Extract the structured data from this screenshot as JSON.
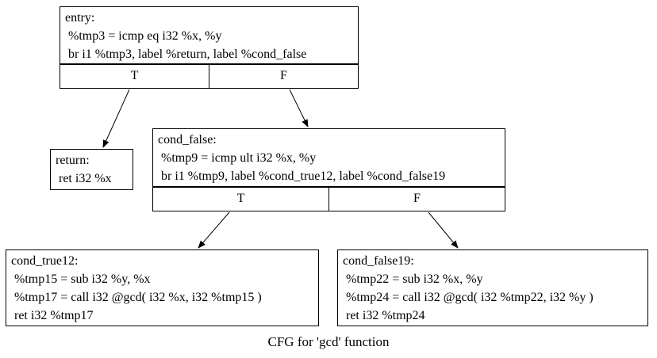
{
  "graph": {
    "caption": "CFG for 'gcd' function"
  },
  "nodes": {
    "entry": {
      "label": "entry:",
      "instructions": [
        " %tmp3 = icmp eq i32 %x, %y",
        " br i1 %tmp3, label %return, label %cond_false"
      ],
      "ports": {
        "true": "T",
        "false": "F"
      }
    },
    "return": {
      "label": "return:",
      "instructions": [
        " ret i32 %x"
      ]
    },
    "cond_false": {
      "label": "cond_false:",
      "instructions": [
        " %tmp9 = icmp ult i32 %x, %y",
        " br i1 %tmp9, label %cond_true12, label %cond_false19"
      ],
      "ports": {
        "true": "T",
        "false": "F"
      }
    },
    "cond_true12": {
      "label": "cond_true12:",
      "instructions": [
        " %tmp15 = sub i32 %y, %x",
        " %tmp17 = call i32 @gcd( i32 %x, i32 %tmp15 )",
        " ret i32 %tmp17"
      ]
    },
    "cond_false19": {
      "label": "cond_false19:",
      "instructions": [
        " %tmp22 = sub i32 %x, %y",
        " %tmp24 = call i32 @gcd( i32 %tmp22, i32 %y )",
        " ret i32 %tmp24"
      ]
    }
  },
  "edges": [
    {
      "from": "entry (T)",
      "to": "return"
    },
    {
      "from": "entry (F)",
      "to": "cond_false"
    },
    {
      "from": "cond_false (T)",
      "to": "cond_true12"
    },
    {
      "from": "cond_false (F)",
      "to": "cond_false19"
    }
  ]
}
